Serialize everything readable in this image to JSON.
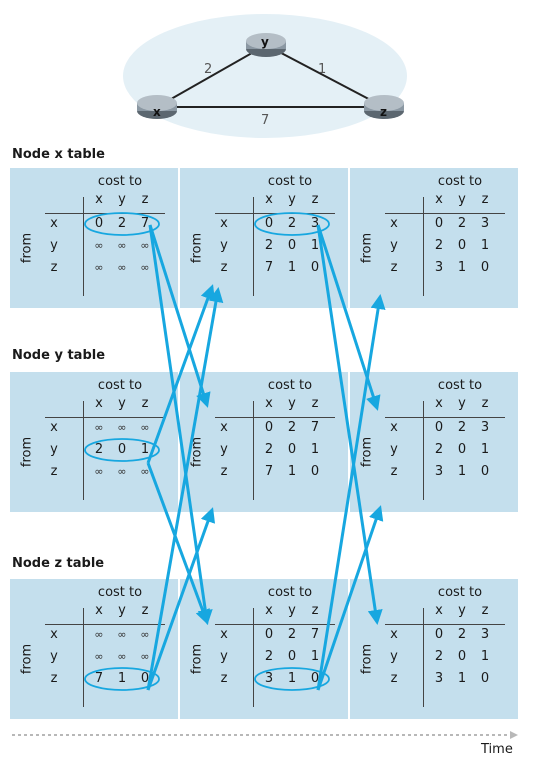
{
  "topology": {
    "nodes": [
      {
        "id": "x",
        "label": "x"
      },
      {
        "id": "y",
        "label": "y"
      },
      {
        "id": "z",
        "label": "z"
      }
    ],
    "links": [
      {
        "a": "x",
        "b": "y",
        "cost": "2"
      },
      {
        "a": "y",
        "b": "z",
        "cost": "1"
      },
      {
        "a": "x",
        "b": "z",
        "cost": "7"
      }
    ]
  },
  "labels": {
    "cost_to": "cost to",
    "from": "from",
    "dests": [
      "x",
      "y",
      "z"
    ],
    "time": "Time"
  },
  "sections": [
    {
      "title": "Node x table",
      "panels": [
        {
          "rows": [
            [
              "0",
              "2",
              "7"
            ],
            [
              "∞",
              "∞",
              "∞"
            ],
            [
              "∞",
              "∞",
              "∞"
            ]
          ],
          "highlight": 0
        },
        {
          "rows": [
            [
              "0",
              "2",
              "3"
            ],
            [
              "2",
              "0",
              "1"
            ],
            [
              "7",
              "1",
              "0"
            ]
          ],
          "highlight": 0
        },
        {
          "rows": [
            [
              "0",
              "2",
              "3"
            ],
            [
              "2",
              "0",
              "1"
            ],
            [
              "3",
              "1",
              "0"
            ]
          ],
          "highlight": -1
        }
      ]
    },
    {
      "title": "Node y table",
      "panels": [
        {
          "rows": [
            [
              "∞",
              "∞",
              "∞"
            ],
            [
              "2",
              "0",
              "1"
            ],
            [
              "∞",
              "∞",
              "∞"
            ]
          ],
          "highlight": 1
        },
        {
          "rows": [
            [
              "0",
              "2",
              "7"
            ],
            [
              "2",
              "0",
              "1"
            ],
            [
              "7",
              "1",
              "0"
            ]
          ],
          "highlight": -1
        },
        {
          "rows": [
            [
              "0",
              "2",
              "3"
            ],
            [
              "2",
              "0",
              "1"
            ],
            [
              "3",
              "1",
              "0"
            ]
          ],
          "highlight": -1
        }
      ]
    },
    {
      "title": "Node z table",
      "panels": [
        {
          "rows": [
            [
              "∞",
              "∞",
              "∞"
            ],
            [
              "∞",
              "∞",
              "∞"
            ],
            [
              "7",
              "1",
              "0"
            ]
          ],
          "highlight": 2
        },
        {
          "rows": [
            [
              "0",
              "2",
              "7"
            ],
            [
              "2",
              "0",
              "1"
            ],
            [
              "3",
              "1",
              "0"
            ]
          ],
          "highlight": 2
        },
        {
          "rows": [
            [
              "0",
              "2",
              "3"
            ],
            [
              "2",
              "0",
              "1"
            ],
            [
              "3",
              "1",
              "0"
            ]
          ],
          "highlight": -1
        }
      ]
    }
  ],
  "colors": {
    "panel_bg": "#c4dfed",
    "arrow": "#17a7e0",
    "cloud": "#e4f0f6",
    "router": "#8b98a3"
  }
}
